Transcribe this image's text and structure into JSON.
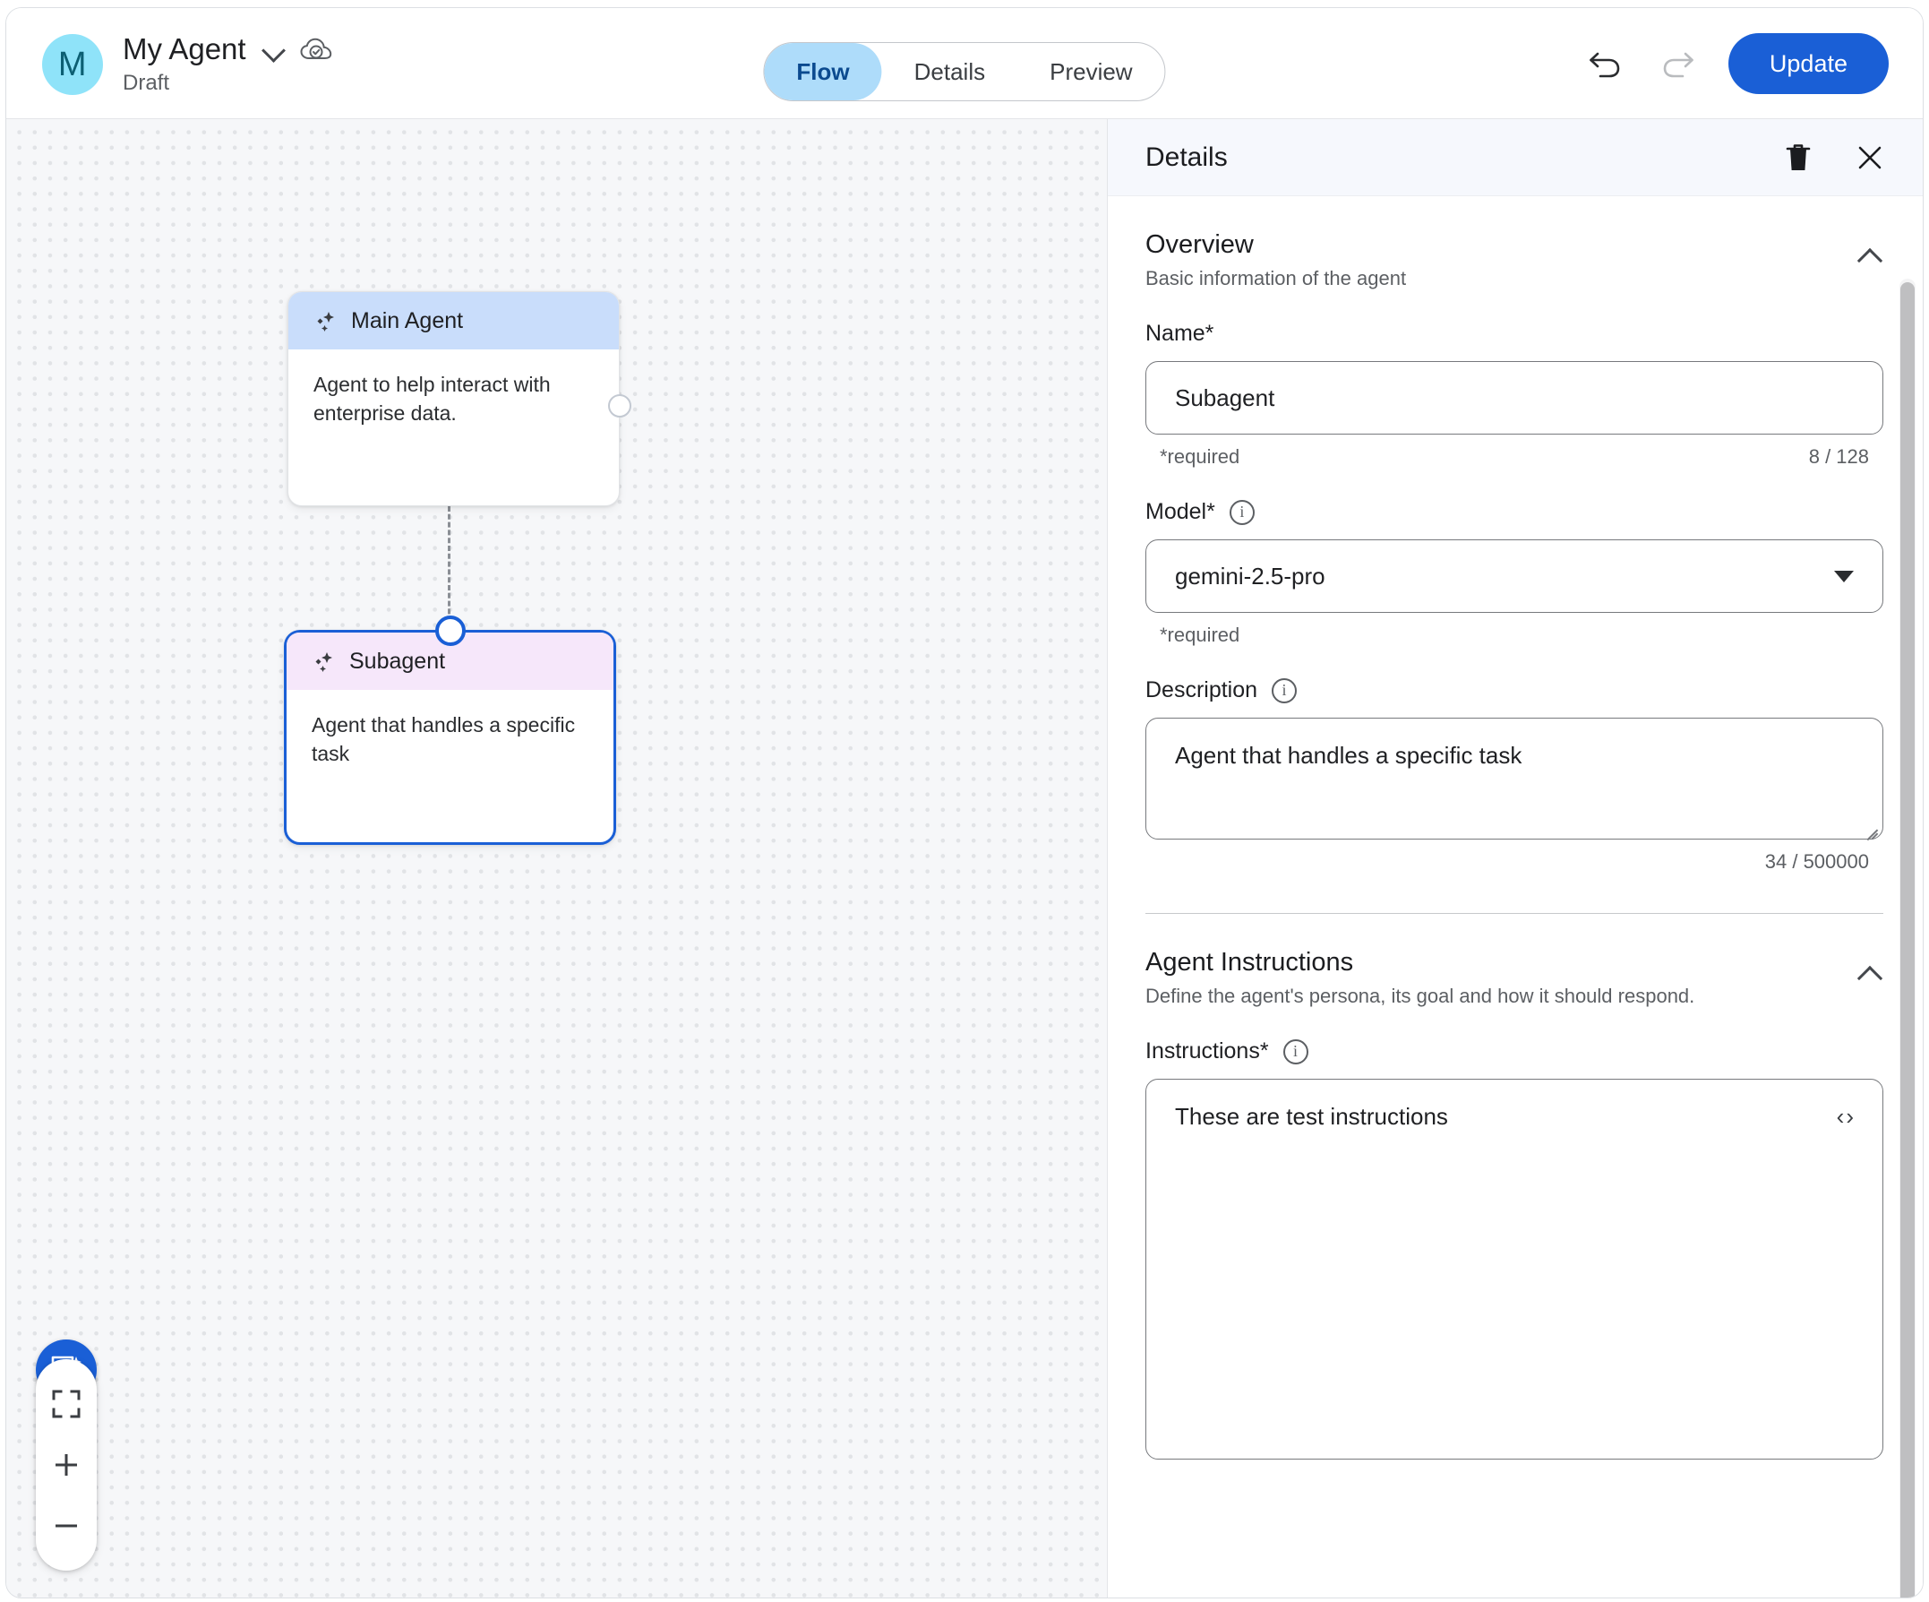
{
  "header": {
    "avatar_initial": "M",
    "agent_name": "My Agent",
    "status_label": "Draft",
    "chevron_icon": "chevron-down-icon",
    "cloud_icon": "cloud-check-icon",
    "tabs": [
      {
        "label": "Flow",
        "active": true
      },
      {
        "label": "Details",
        "active": false
      },
      {
        "label": "Preview",
        "active": false
      }
    ],
    "undo_icon": "undo-icon",
    "redo_icon": "redo-icon",
    "update_label": "Update",
    "accent_color": "#1a5fd6",
    "tab_active_bg": "#aedcfa",
    "tab_active_color": "#0b4a8f",
    "avatar_bg": "#8fe3f9",
    "avatar_color": "#0c5f73"
  },
  "canvas": {
    "nodes": [
      {
        "title": "Main Agent",
        "description": "Agent to help interact with enterprise data.",
        "header_color": "#c9ddfb",
        "selected": false,
        "icon": "sparkle-icon"
      },
      {
        "title": "Subagent",
        "description": "Agent that handles a specific task",
        "header_color": "#f6e7fa",
        "selected": true,
        "icon": "sparkle-icon"
      }
    ],
    "controls": {
      "assistant_icon": "chat-sparkle-icon",
      "fit_icon": "fit-to-screen-icon",
      "zoom_in_icon": "plus-icon",
      "zoom_out_icon": "minus-icon"
    }
  },
  "panel": {
    "title": "Details",
    "delete_icon": "trash-icon",
    "close_icon": "close-icon",
    "sections": [
      {
        "title": "Overview",
        "subtitle": "Basic information of the agent",
        "collapse_icon": "chevron-up-icon"
      },
      {
        "title": "Agent Instructions",
        "subtitle": "Define the agent's persona, its goal and how it should respond.",
        "collapse_icon": "chevron-up-icon"
      }
    ],
    "fields": {
      "name": {
        "label": "Name*",
        "value": "Subagent",
        "placeholder": "Name",
        "required_hint": "*required",
        "counter": "8 / 128"
      },
      "model": {
        "label": "Model*",
        "value": "gemini-2.5-pro",
        "required_hint": "*required",
        "info_icon": "info-icon",
        "dropdown_icon": "caret-down-icon"
      },
      "description": {
        "label": "Description",
        "value": "Agent that handles a specific task",
        "placeholder": "Description",
        "counter": "34 / 500000",
        "info_icon": "info-icon"
      },
      "instructions": {
        "label": "Instructions*",
        "value": "These are test instructions",
        "placeholder": "Instructions",
        "info_icon": "info-icon",
        "code_icon": "code-brackets-icon",
        "code_glyph": "‹›"
      }
    }
  }
}
